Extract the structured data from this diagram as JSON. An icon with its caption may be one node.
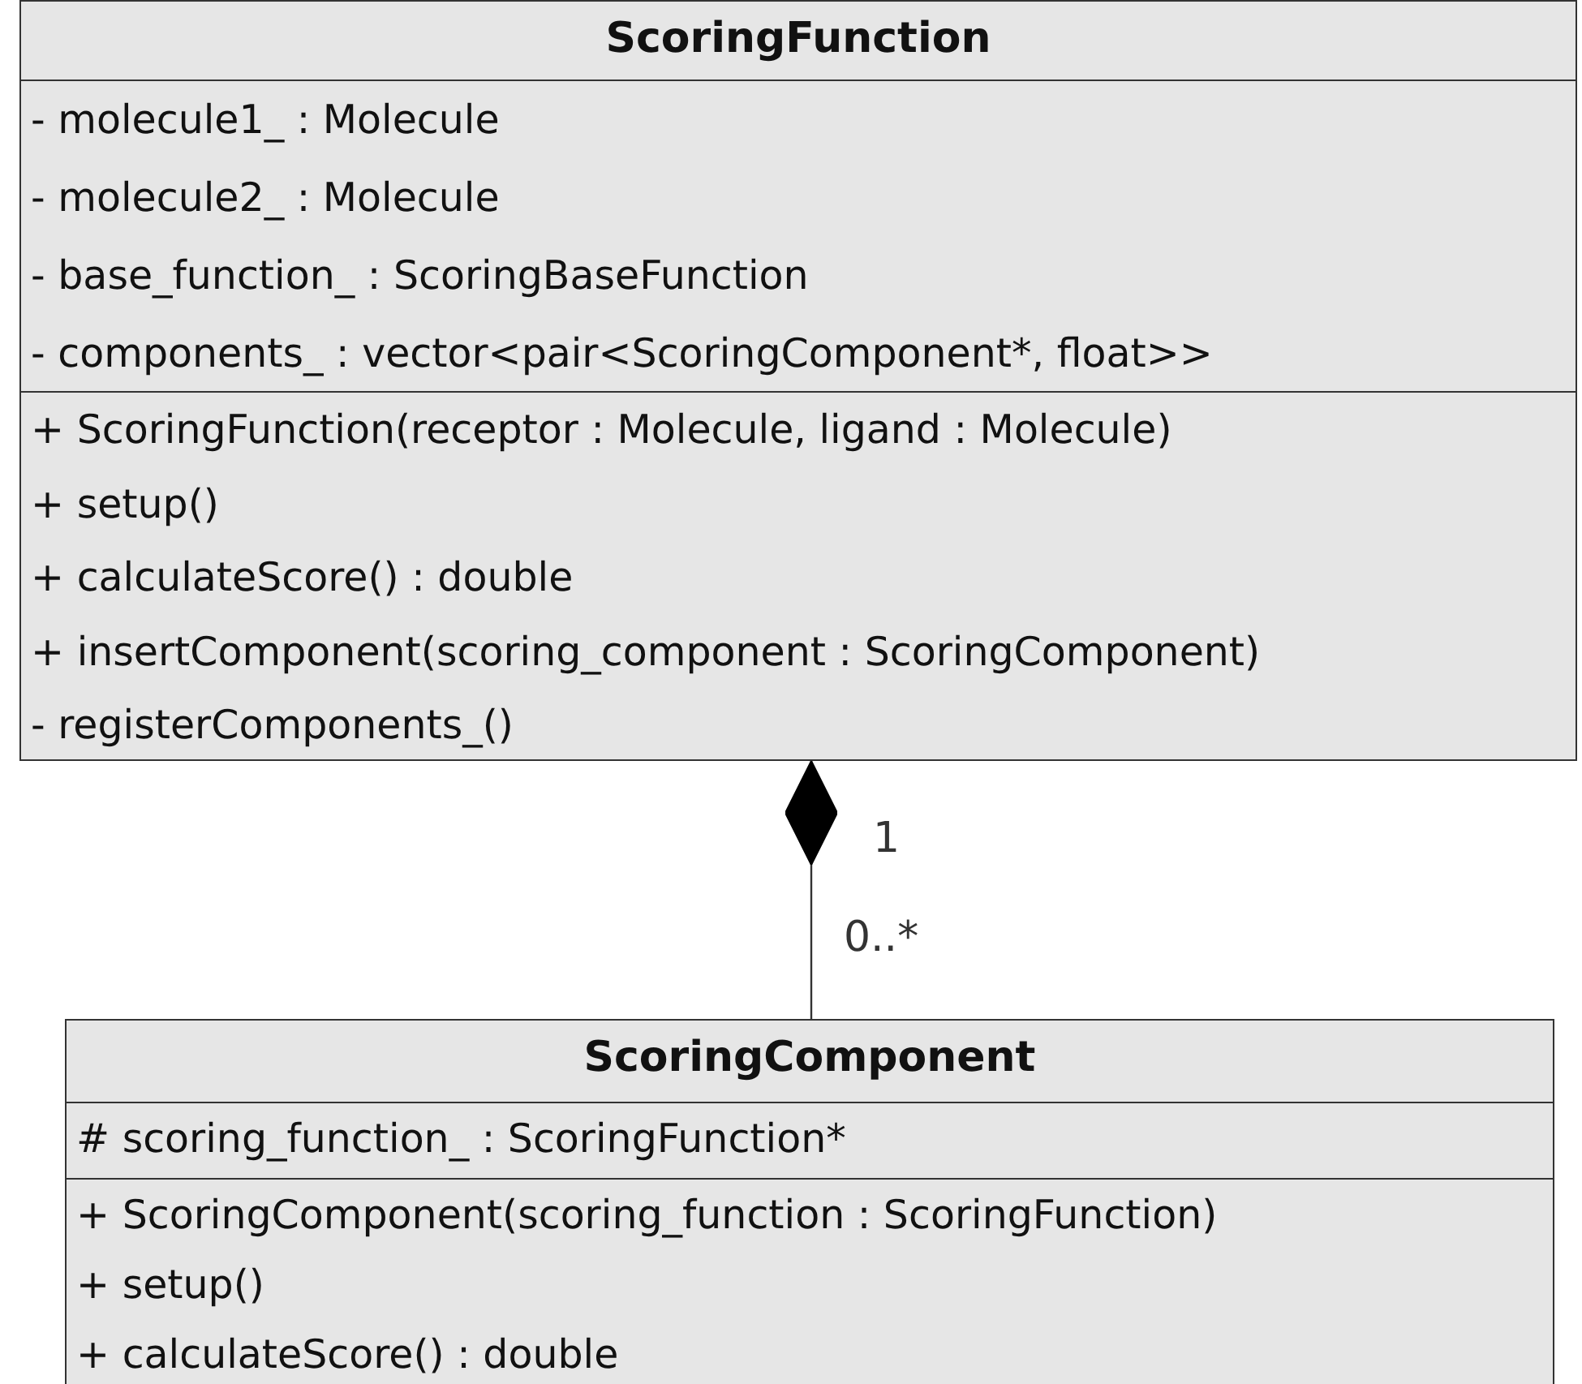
{
  "diagram": {
    "nodes": [
      {
        "text": [
          "ScoringFunction"
        ]
      },
      {
        "text": [
          "- molecule1_ : Molecule",
          "- molecule2_ : Molecule",
          "- base_function_ : ScoringBaseFunction",
          "- components_ : vector<pair<ScoringComponent*, float>>"
        ],
        "in": 0
      },
      {
        "text": [
          "+ ScoringFunction(receptor : Molecule, ligand : Molecule)",
          "+ setup()",
          "+ calculateScore() : double",
          "+ insertComponent(scoring_component : ScoringComponent)",
          "- registerComponents_()"
        ],
        "in": 0
      },
      {
        "text": [
          "ScoringComponent"
        ]
      },
      {
        "text": [
          "# scoring_function_ : ScoringFunction*"
        ],
        "in": 3
      },
      {
        "text": [
          "+ ScoringComponent(scoring_function : ScoringFunction)",
          "+ setup()",
          "+ calculateScore() : double"
        ],
        "in": 3
      }
    ],
    "edges": [
      {
        "from": 0,
        "to": 3,
        "arrow": "other"
      }
    ],
    "labels": [
      "1",
      "0..*"
    ]
  }
}
